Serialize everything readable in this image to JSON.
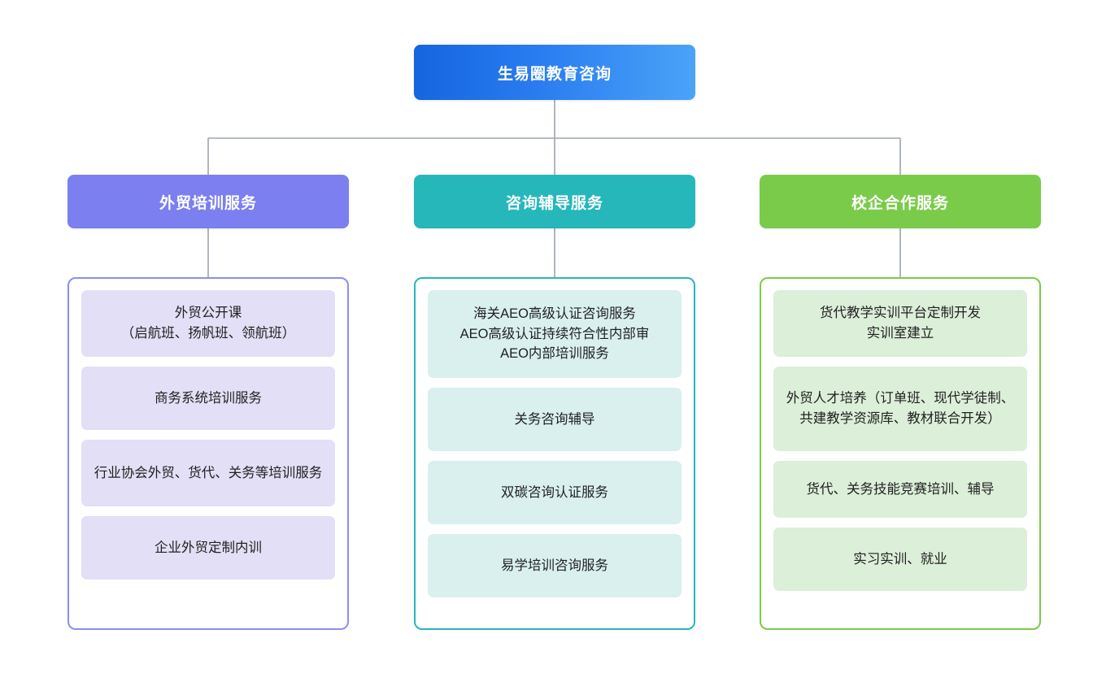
{
  "diagram": {
    "type": "organization-chart",
    "orientation": "top-down",
    "background_color": "#ffffff",
    "connector_color": "#9aa5b1",
    "root": {
      "label": "生易圈教育咨询",
      "gradient_from": "#1565e0",
      "gradient_to": "#4ba3f7",
      "text_color": "#ffffff"
    },
    "branches": [
      {
        "id": "branch-foreign-trade-training",
        "header_label": "外贸培训服务",
        "header_color": "#7b7ff0",
        "border_color": "#8c8ef2",
        "item_background": "#e2dff6",
        "items": [
          {
            "label": "外贸公开课\n（启航班、扬帆班、领航班）"
          },
          {
            "label": "商务系统培训服务"
          },
          {
            "label": "行业协会外贸、货代、关务等培训服务"
          },
          {
            "label": "企业外贸定制内训"
          }
        ]
      },
      {
        "id": "branch-consulting-tutoring",
        "header_label": "咨询辅导服务",
        "header_color": "#26b7bb",
        "border_color": "#26b7bb",
        "item_background": "#d9f0ef",
        "items": [
          {
            "label": "海关AEO高级认证咨询服务\nAEO高级认证持续符合性内部审\nAEO内部培训服务"
          },
          {
            "label": "关务咨询辅导"
          },
          {
            "label": "双碳咨询认证服务"
          },
          {
            "label": "易学培训咨询服务"
          }
        ]
      },
      {
        "id": "branch-school-enterprise",
        "header_label": "校企合作服务",
        "header_color": "#7bcb4b",
        "border_color": "#7bcb4b",
        "item_background": "#dcefd9",
        "items": [
          {
            "label": "货代教学实训平台定制开发\n实训室建立"
          },
          {
            "label": "外贸人才培养（订单班、现代学徒制、共建教学资源库、教材联合开发）"
          },
          {
            "label": "货代、关务技能竞赛培训、辅导"
          },
          {
            "label": "实习实训、就业"
          }
        ]
      }
    ]
  }
}
